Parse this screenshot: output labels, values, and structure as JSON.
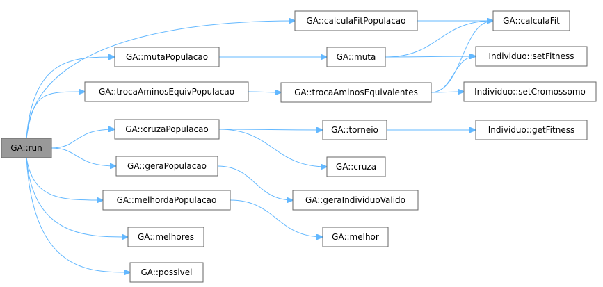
{
  "graph": {
    "edge_color": "#63b8ff",
    "root_fill": "#999999",
    "nodes": [
      {
        "id": "run",
        "label": "GA::run",
        "root": true
      },
      {
        "id": "calculaFitPopulacao",
        "label": "GA::calculaFitPopulacao"
      },
      {
        "id": "calculaFit",
        "label": "GA::calculaFit"
      },
      {
        "id": "mutaPopulacao",
        "label": "GA::mutaPopulacao"
      },
      {
        "id": "muta",
        "label": "GA::muta"
      },
      {
        "id": "setFitness",
        "label": "Individuo::setFitness"
      },
      {
        "id": "trocaAminosEquivPopulacao",
        "label": "GA::trocaAminosEquivPopulacao"
      },
      {
        "id": "trocaAminosEquivalentes",
        "label": "GA::trocaAminosEquivalentes"
      },
      {
        "id": "setCromossomo",
        "label": "Individuo::setCromossomo"
      },
      {
        "id": "cruzaPopulacao",
        "label": "GA::cruzaPopulacao"
      },
      {
        "id": "torneio",
        "label": "GA::torneio"
      },
      {
        "id": "getFitness",
        "label": "Individuo::getFitness"
      },
      {
        "id": "cruza",
        "label": "GA::cruza"
      },
      {
        "id": "geraPopulacao",
        "label": "GA::geraPopulacao"
      },
      {
        "id": "geraIndividuoValido",
        "label": "GA::geraIndividuoValido"
      },
      {
        "id": "melhordaPopulacao",
        "label": "GA::melhordaPopulacao"
      },
      {
        "id": "melhor",
        "label": "GA::melhor"
      },
      {
        "id": "melhores",
        "label": "GA::melhores"
      },
      {
        "id": "possivel",
        "label": "GA::possivel"
      }
    ],
    "edges": [
      [
        "run",
        "calculaFitPopulacao"
      ],
      [
        "run",
        "mutaPopulacao"
      ],
      [
        "run",
        "trocaAminosEquivPopulacao"
      ],
      [
        "run",
        "cruzaPopulacao"
      ],
      [
        "run",
        "geraPopulacao"
      ],
      [
        "run",
        "melhordaPopulacao"
      ],
      [
        "run",
        "melhores"
      ],
      [
        "run",
        "possivel"
      ],
      [
        "calculaFitPopulacao",
        "calculaFit"
      ],
      [
        "mutaPopulacao",
        "muta"
      ],
      [
        "muta",
        "calculaFit"
      ],
      [
        "muta",
        "setFitness"
      ],
      [
        "trocaAminosEquivPopulacao",
        "trocaAminosEquivalentes"
      ],
      [
        "trocaAminosEquivalentes",
        "calculaFit"
      ],
      [
        "trocaAminosEquivalentes",
        "setFitness"
      ],
      [
        "trocaAminosEquivalentes",
        "setCromossomo"
      ],
      [
        "cruzaPopulacao",
        "torneio"
      ],
      [
        "cruzaPopulacao",
        "cruza"
      ],
      [
        "torneio",
        "getFitness"
      ],
      [
        "geraPopulacao",
        "geraIndividuoValido"
      ],
      [
        "melhordaPopulacao",
        "melhor"
      ]
    ]
  }
}
